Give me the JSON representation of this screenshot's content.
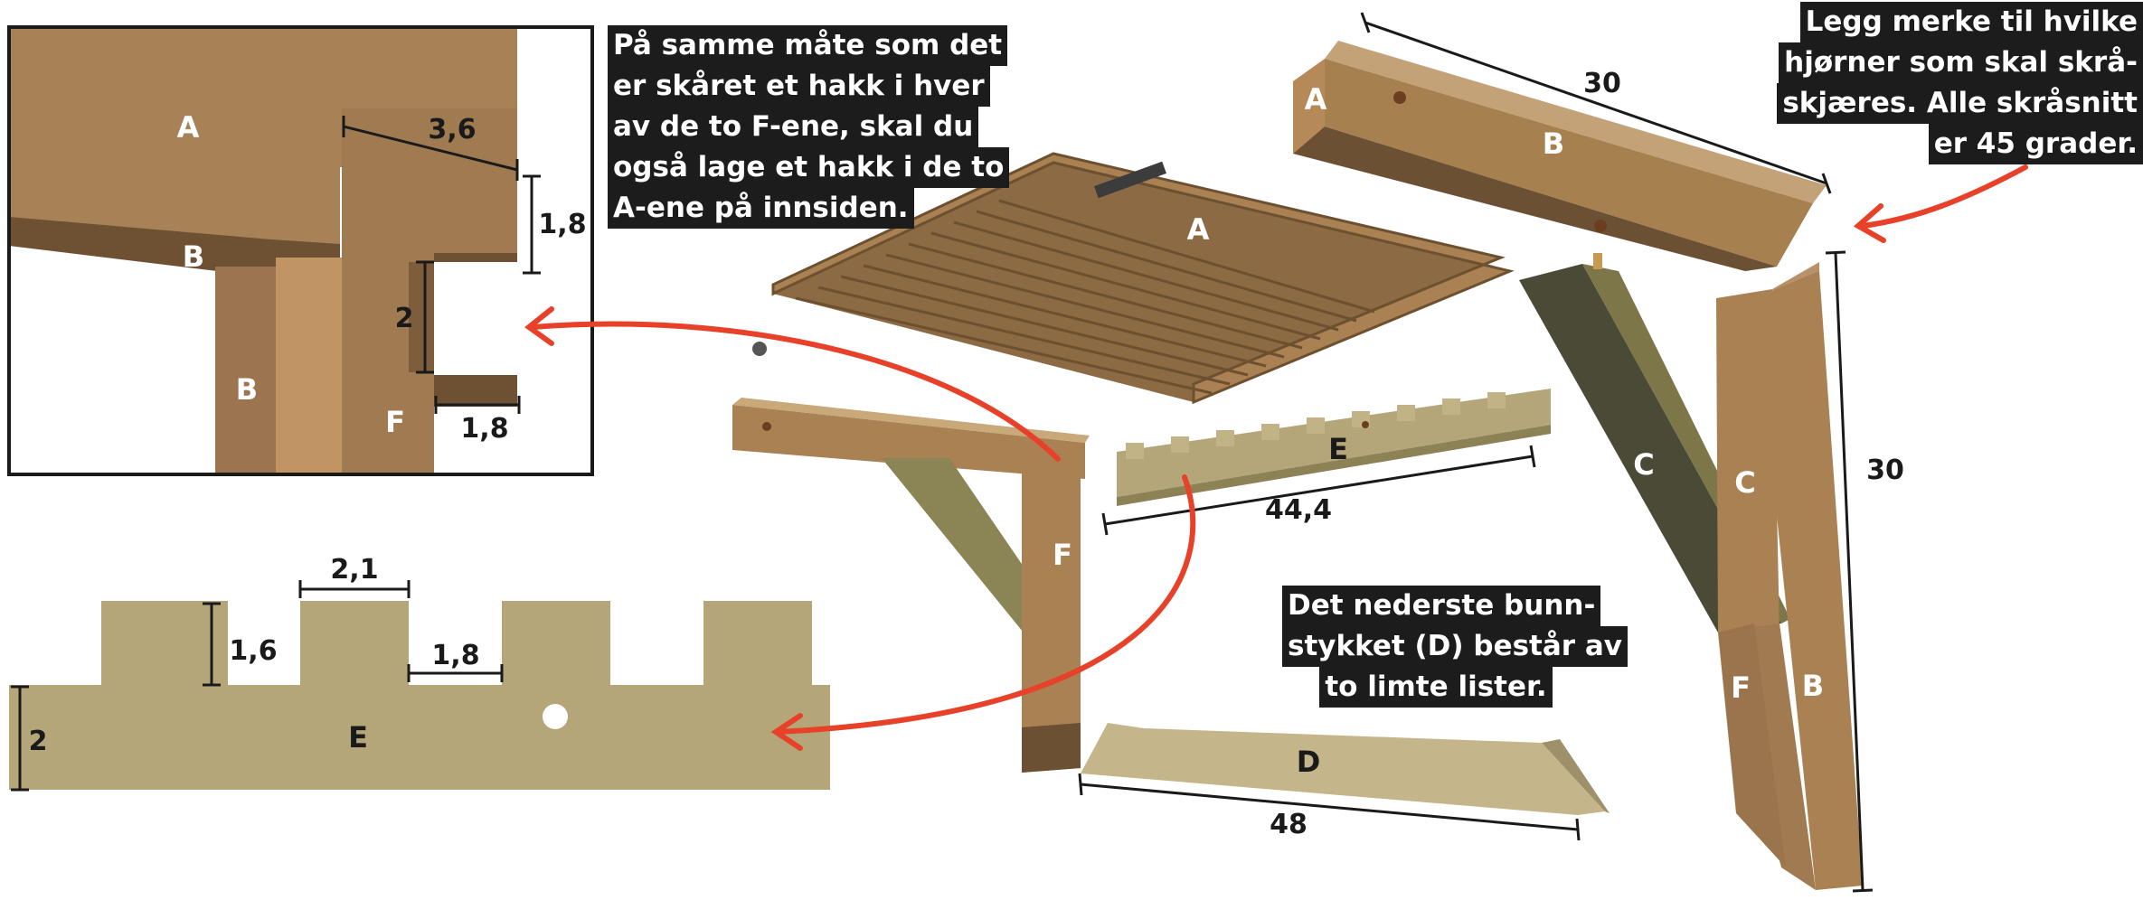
{
  "callouts": {
    "left": [
      "På samme måte som det",
      "er skåret et hakk i hver",
      "av de to F-ene, skal du",
      "også lage et hakk i de to",
      "A-ene på innsiden."
    ],
    "middle": [
      "Det nederste bunn-",
      "stykket (D) består av",
      "to limte lister."
    ],
    "right": [
      "Legg merke til hvilke",
      "hjørner som skal skrå-",
      "skjæres. Alle skråsnitt",
      "er 45 grader."
    ]
  },
  "detail_joint": {
    "pieces": {
      "a": "A",
      "b_top": "B",
      "b_bottom": "B",
      "f": "F"
    },
    "dims": {
      "width": "3,6",
      "top_height": "1,8",
      "notch_height": "2",
      "bottom_width": "1,8"
    }
  },
  "detail_e": {
    "piece": "E",
    "dims": {
      "tooth_width": "2,1",
      "tooth_height": "1,6",
      "gap_width": "1,8",
      "base_height": "2"
    }
  },
  "assembly": {
    "top_bar": {
      "a": "A",
      "b": "B",
      "length": "30"
    },
    "grid": {
      "a": "A"
    },
    "bracket": {
      "f": "F"
    },
    "rail": {
      "e": "E",
      "length": "44,4"
    },
    "bottom": {
      "d": "D",
      "length": "48"
    },
    "right_frame": {
      "c_left": "C",
      "c_right": "C",
      "f": "F",
      "b": "B",
      "height": "30"
    }
  },
  "colors": {
    "wood_light": "#b5a67a",
    "wood_mid": "#a07850",
    "wood_dark": "#6f5234",
    "olive": "#7f7a4f",
    "olive_dark": "#4a4935",
    "arrow": "#e8412a"
  }
}
